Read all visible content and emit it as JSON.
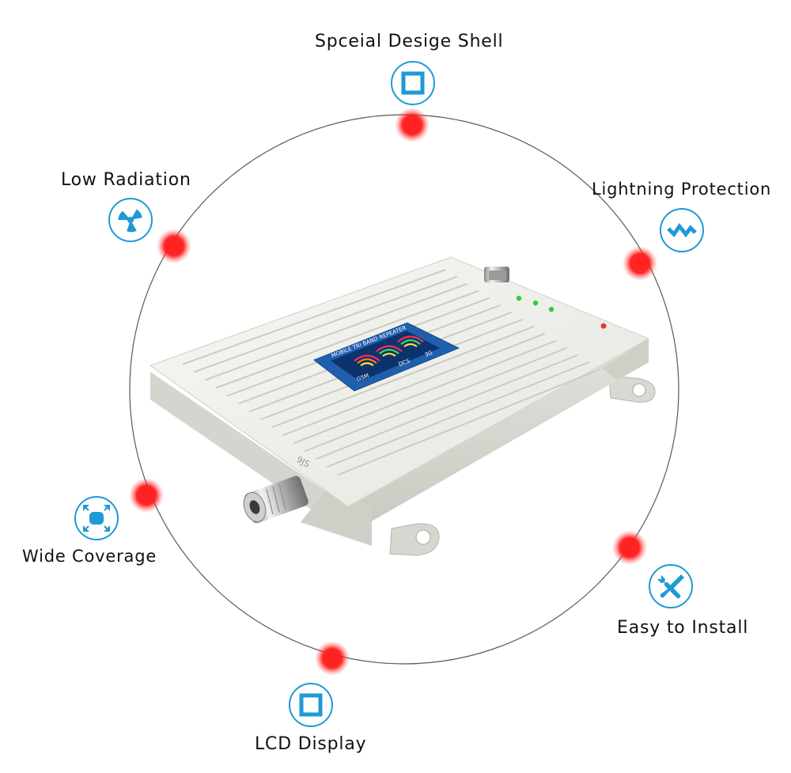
{
  "features": {
    "shell": {
      "label": "Spceial Desige Shell",
      "icon": "square-frame-icon"
    },
    "radiation": {
      "label": "Low Radiation",
      "icon": "radiation-icon"
    },
    "lightning": {
      "label": "Lightning Protection",
      "icon": "zigzag-lightning-icon"
    },
    "coverage": {
      "label": "Wide Coverage",
      "icon": "expand-arrows-icon"
    },
    "install": {
      "label": "Easy to Install",
      "icon": "wrench-screwdriver-icon"
    },
    "lcd": {
      "label": "LCD Display",
      "icon": "square-frame-icon"
    }
  },
  "product": {
    "panel_title": "MOBILE TRI BAND REPEATER",
    "bands": [
      "GSM",
      "DCS",
      "3G"
    ],
    "side_mark": "9JS"
  },
  "colors": {
    "accent_blue": "#1e9ad6",
    "dot_red": "#ff1a1a",
    "circle_line": "#555555",
    "panel_blue": "#1f5fae"
  }
}
